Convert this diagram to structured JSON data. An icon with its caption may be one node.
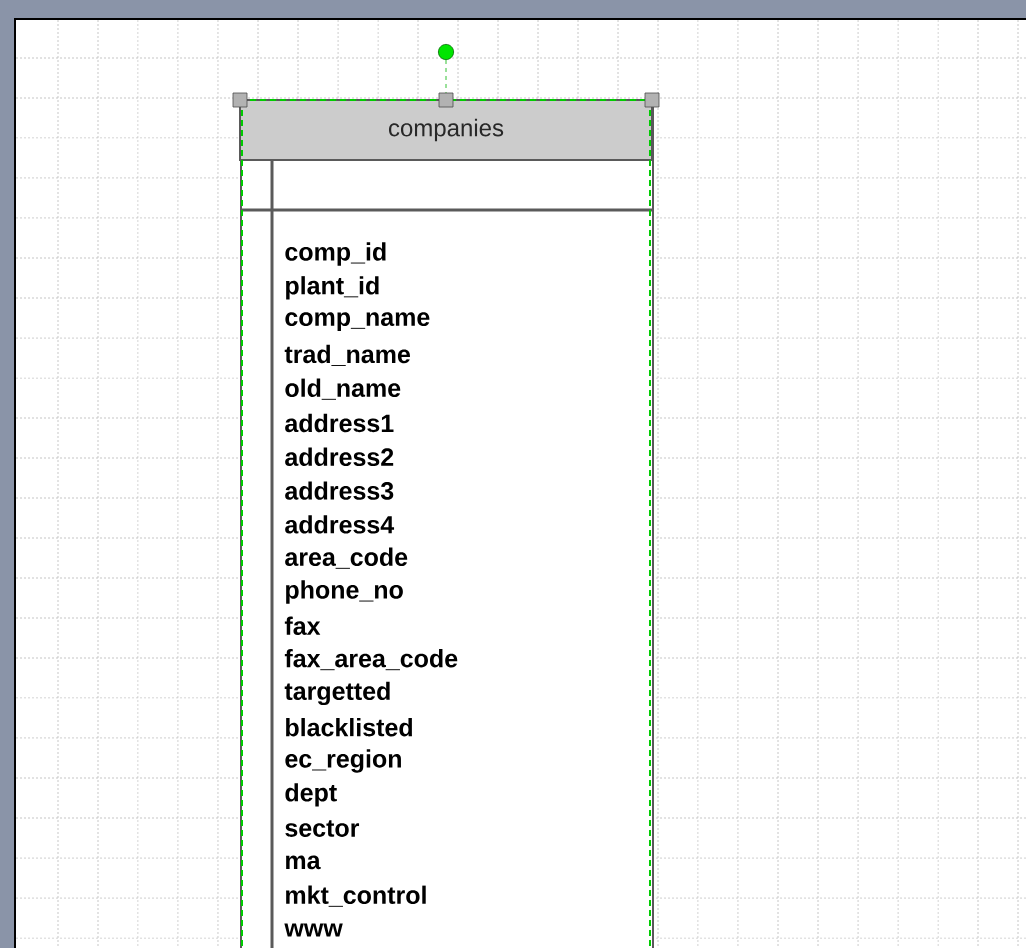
{
  "diagram": {
    "nodes": [
      {
        "text": [
          "companies",
          "comp_id",
          "plant_id",
          "comp_name",
          "trad_name",
          "old_name",
          "address1",
          "address2",
          "address3",
          "address4",
          "area_code",
          "phone_no",
          "fax",
          "fax_area_code",
          "targetted",
          "blacklisted",
          "ec_region",
          "dept",
          "sector",
          "ma",
          "mkt_control",
          "www"
        ]
      }
    ]
  }
}
